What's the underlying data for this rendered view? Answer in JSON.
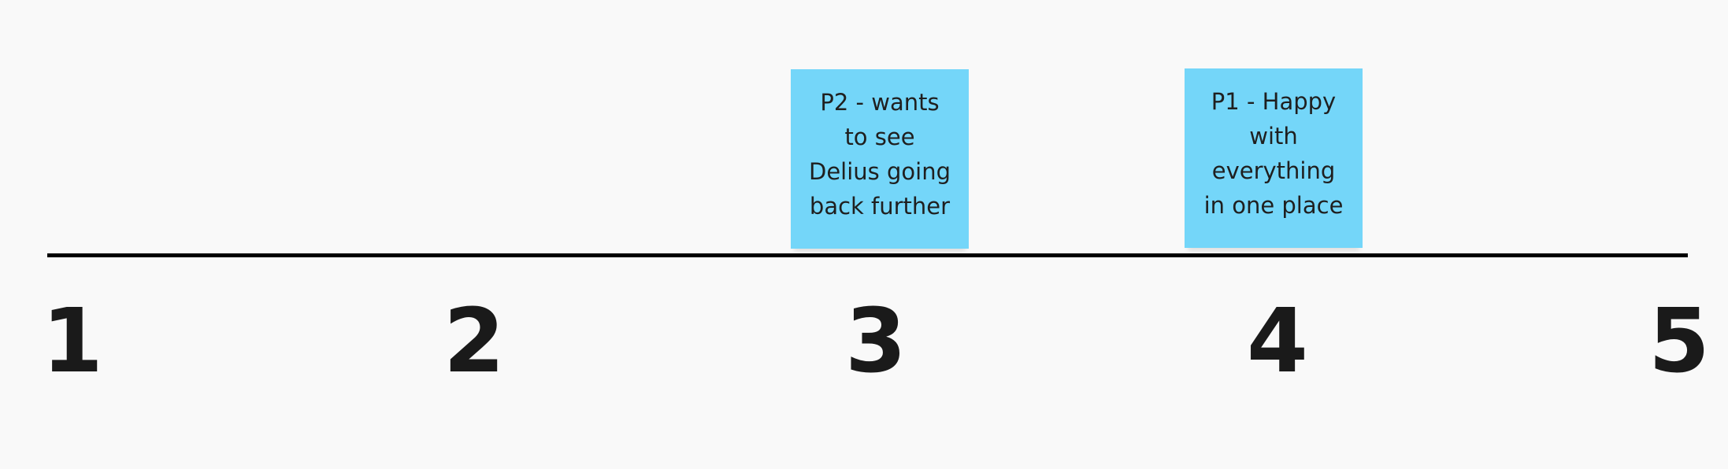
{
  "scale": {
    "ticks": [
      "1",
      "2",
      "3",
      "4",
      "5"
    ]
  },
  "stickies": [
    {
      "text": "P2 - wants\nto see\nDelius going\nback further",
      "color": "#74d6f9"
    },
    {
      "text": "P1 - Happy\nwith\neverything\nin one place",
      "color": "#74d6f9"
    }
  ],
  "colors": {
    "background": "#f9f9f9",
    "line": "#000000",
    "tick_text": "#1a1a1a",
    "sticky": "#74d6f9"
  }
}
